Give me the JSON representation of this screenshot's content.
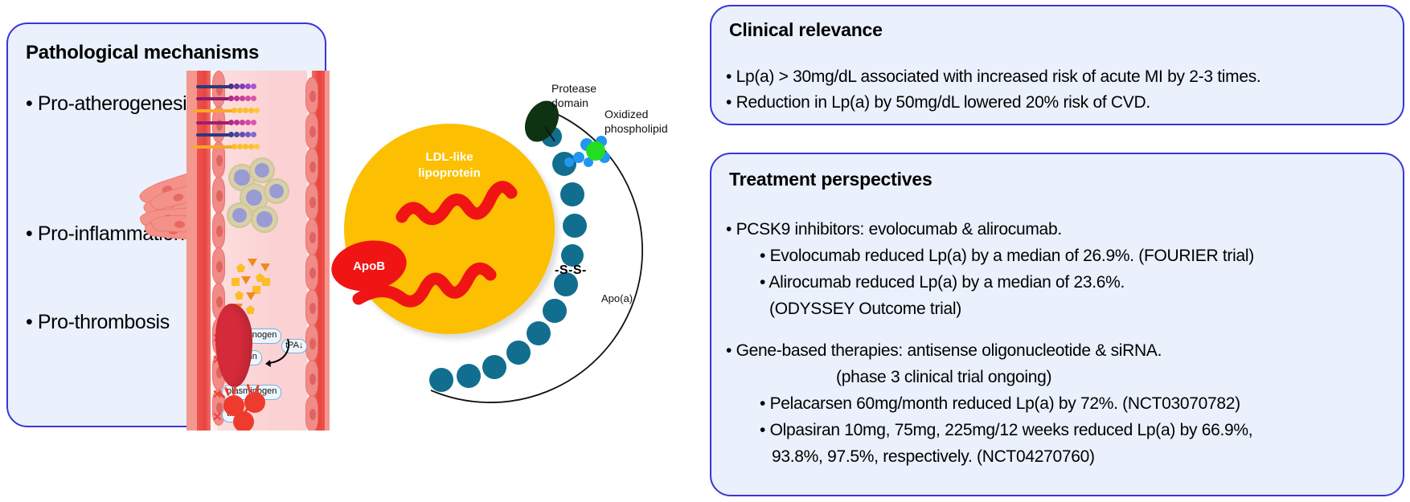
{
  "left_panel": {
    "title": "Pathological mechanisms",
    "bullets": [
      "• Pro-atherogenesis",
      "• Pro-inflammation",
      "• Pro-thrombosis"
    ],
    "vessel_labels": {
      "plasminogen_1": "plasminogen",
      "plasmin": "plasmin",
      "tpa_arrow": "tPA↓",
      "plasminogen_2": "plasminogen",
      "tpa": "tPA"
    }
  },
  "center_diagram": {
    "ldl_label": "LDL-like\nlipoprotein",
    "ldl_label_line1": "LDL-like",
    "ldl_label_line2": "lipoprotein",
    "apob_label": "ApoB",
    "protease_label_line1": "Protease",
    "protease_label_line2": "domain",
    "oxphos_label_line1": "Oxidized",
    "oxphos_label_line2": "phospholipid",
    "disulfide_label": "-S-S-",
    "apoa_label": "Apo(a)"
  },
  "clinical_panel": {
    "title": "Clinical relevance",
    "bullets": [
      "• Lp(a) > 30mg/dL associated with increased risk of acute MI by 2-3 times.",
      "• Reduction in Lp(a) by 50mg/dL lowered 20% risk of CVD."
    ]
  },
  "treatment_panel": {
    "title": "Treatment perspectives",
    "lines": [
      "• PCSK9 inhibitors: evolocumab & alirocumab.",
      "• Evolocumab reduced Lp(a) by a median of 26.9%. (FOURIER trial)",
      "• Alirocumab reduced Lp(a) by a median of 23.6%.",
      "(ODYSSEY Outcome trial)",
      "• Gene-based therapies: antisense oligonucleotide & siRNA.",
      "(phase 3 clinical trial ongoing)",
      "• Pelacarsen 60mg/month reduced Lp(a) by 72%. (NCT03070782)",
      "• Olpasiran 10mg, 75mg, 225mg/12 weeks reduced Lp(a) by 66.9%,",
      "93.8%, 97.5%, respectively. (NCT04270760)"
    ]
  },
  "colors": {
    "panel_border": "#3a36d6",
    "panel_fill": "#eaf0fc",
    "ldl_yellow": "#fcbf01",
    "apob_red": "#f01414",
    "kringle_teal": "#116e8f",
    "protease_green": "#0d3312",
    "oxphos_green": "#22dd22",
    "oxphos_blue": "#2196f3"
  }
}
